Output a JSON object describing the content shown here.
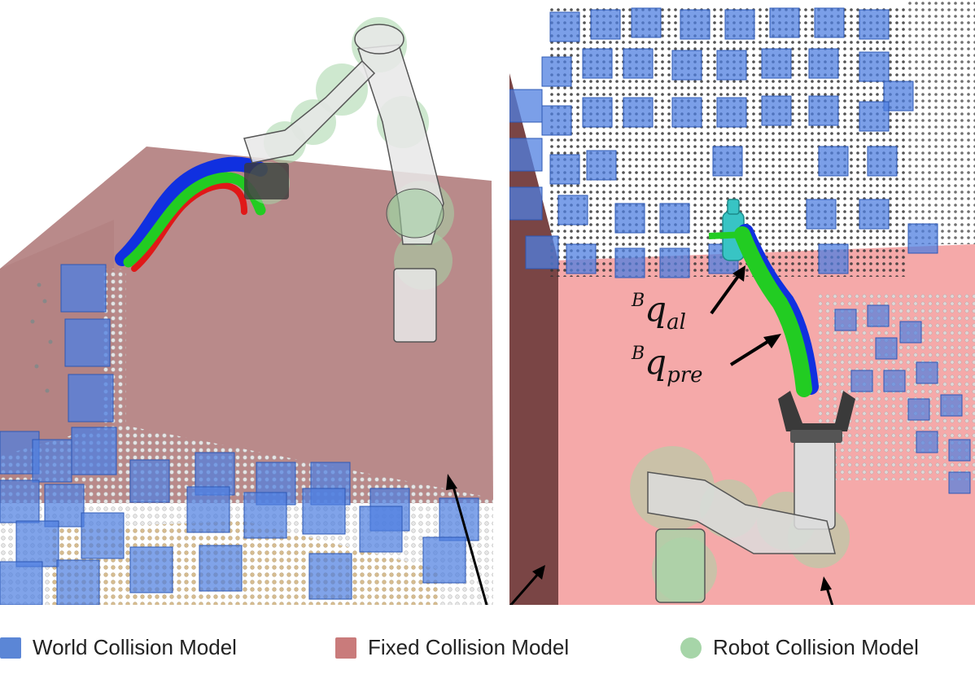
{
  "legend": {
    "world": {
      "label": "World Collision Model",
      "color": "#5b86d6"
    },
    "fixed": {
      "label": "Fixed Collision Model",
      "color": "#c97b7b"
    },
    "robot": {
      "label": "Robot Collision Model",
      "color": "#a6d5a8"
    }
  },
  "annotations": {
    "q_al": {
      "sup": "B",
      "main": "q",
      "sub": "al"
    },
    "q_pre": {
      "sup": "B",
      "main": "q",
      "sub": "pre"
    }
  },
  "colors": {
    "fixed_plane_left": "#b88888",
    "fixed_plane_right": "#f5a9a9",
    "world_boxes": "#4f7fe0",
    "trajectory_green": "#22cc22",
    "trajectory_blue": "#1030e0",
    "trajectory_red": "#e01818"
  }
}
